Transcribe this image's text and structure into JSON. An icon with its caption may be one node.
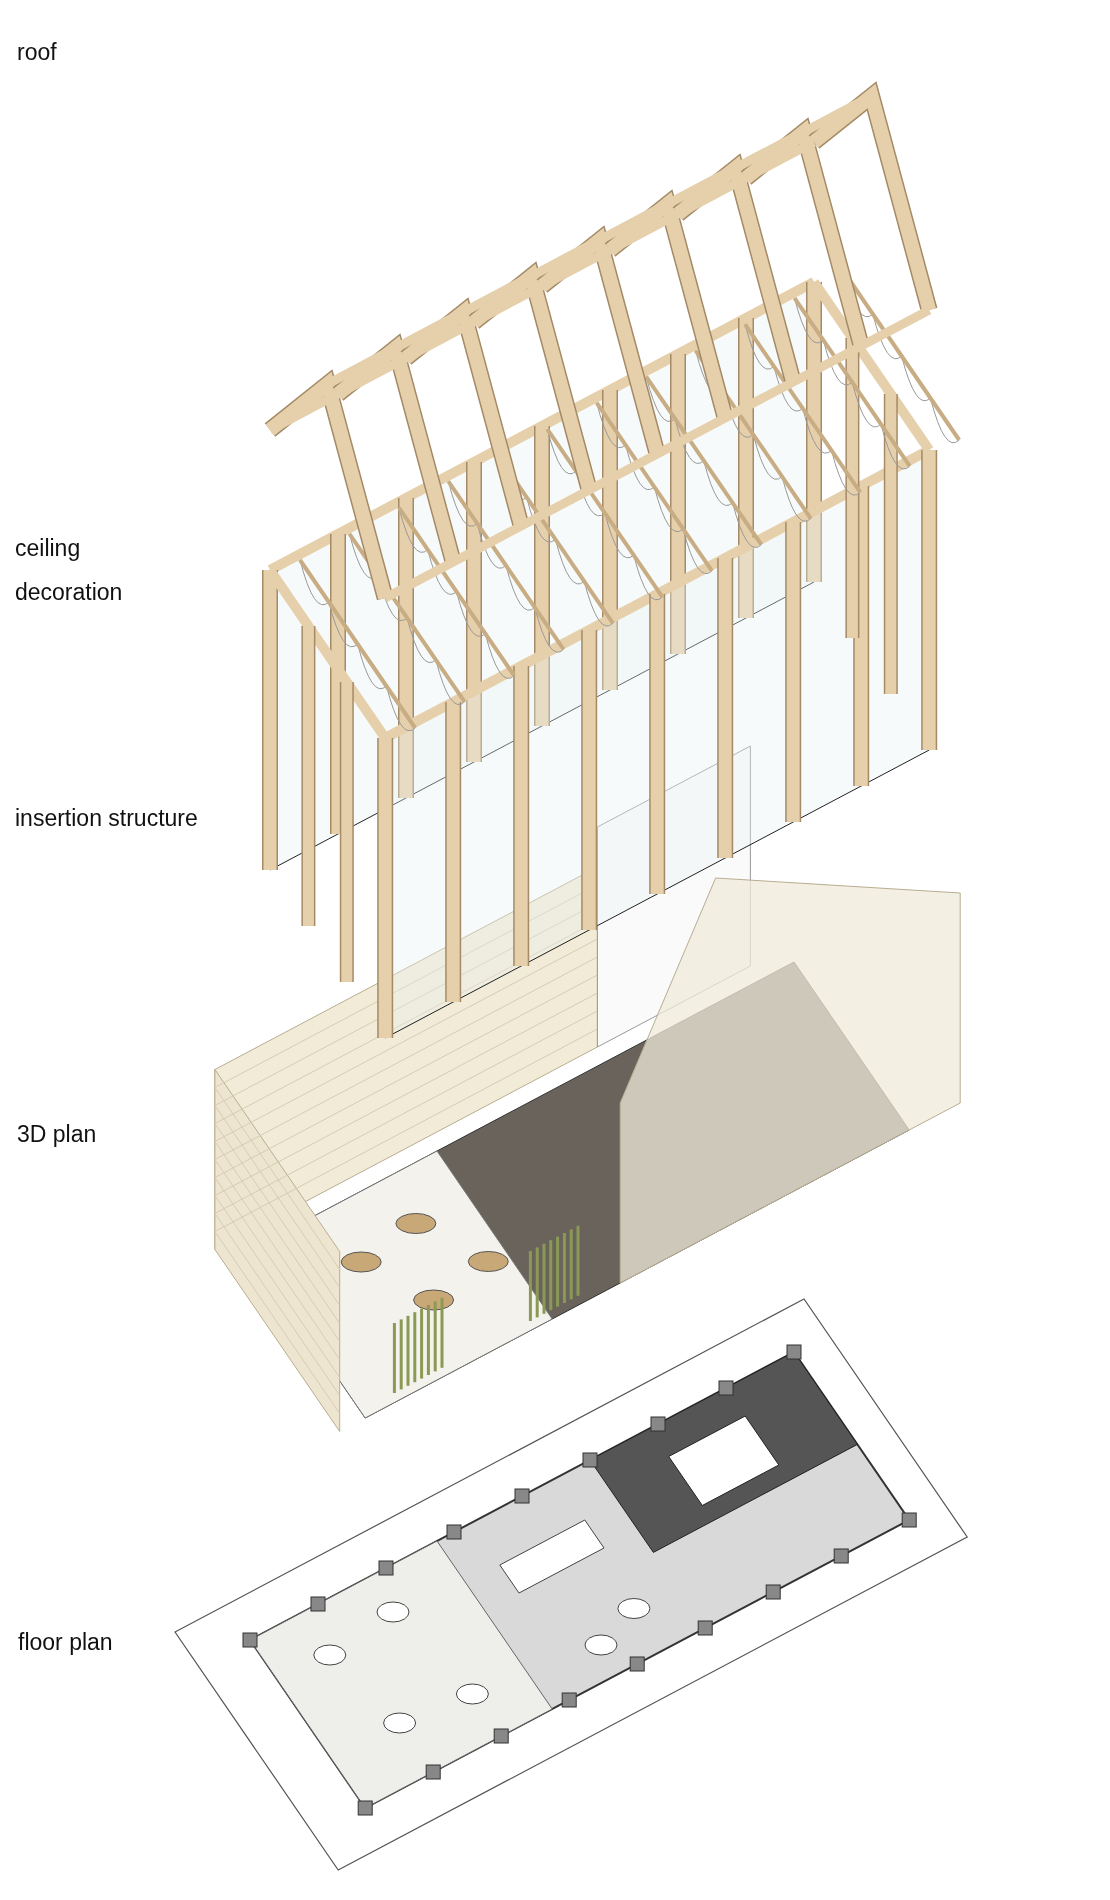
{
  "diagram": {
    "labels": [
      "roof",
      "ceiling decoration",
      "insertion structure",
      "3D plan",
      "floor plan"
    ]
  }
}
